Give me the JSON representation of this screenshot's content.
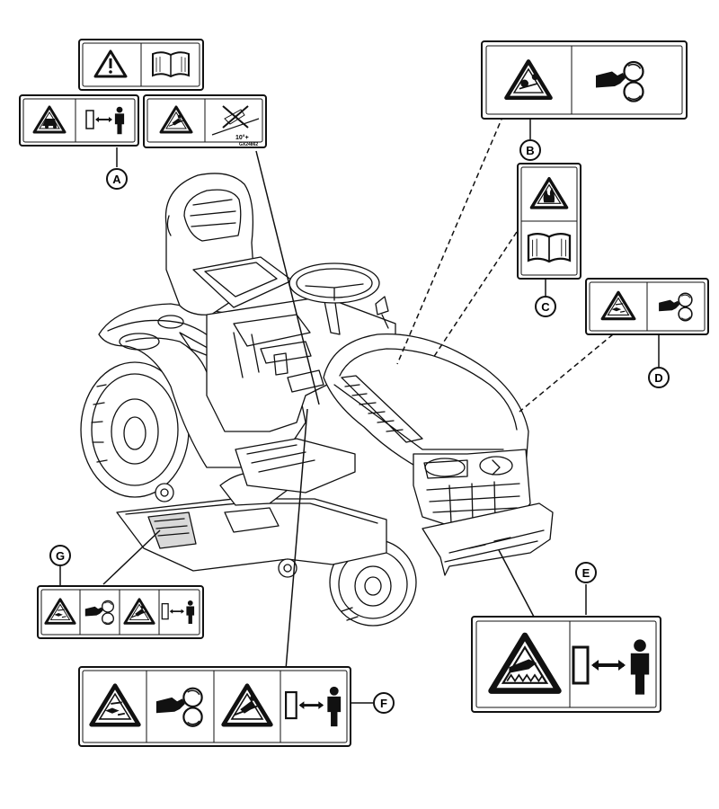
{
  "figure": {
    "subject": "riding lawn tractor safety decal locations"
  },
  "callouts": [
    {
      "letter": "A",
      "decals": [
        "warning-triangle",
        "operator-manual",
        "crush-hazard-triangle",
        "keep-away-bystander",
        "rollover-slope-triangle",
        "slope-angle"
      ]
    },
    {
      "letter": "B",
      "decals": [
        "belt-entanglement-triangle",
        "hand-entanglement"
      ]
    },
    {
      "letter": "C",
      "decals": [
        "fire-hazard-triangle",
        "operator-manual"
      ]
    },
    {
      "letter": "D",
      "decals": [
        "thrown-object-triangle",
        "hand-entanglement"
      ]
    },
    {
      "letter": "E",
      "decals": [
        "blade-cut-triangle",
        "keep-away-bystander"
      ]
    },
    {
      "letter": "F",
      "decals": [
        "thrown-object-triangle",
        "hand-entanglement",
        "rollover-slope-triangle",
        "keep-away-bystander"
      ]
    },
    {
      "letter": "G",
      "decals": [
        "thrown-object-triangle",
        "hand-entanglement",
        "rollover-slope-triangle",
        "keep-away-bystander"
      ]
    }
  ],
  "decal_text": {
    "slope_label": "10°+",
    "part_number": "GX24862"
  },
  "colors": {
    "ink": "#111111",
    "paper": "#ffffff",
    "shade": "#d9d9d9"
  }
}
